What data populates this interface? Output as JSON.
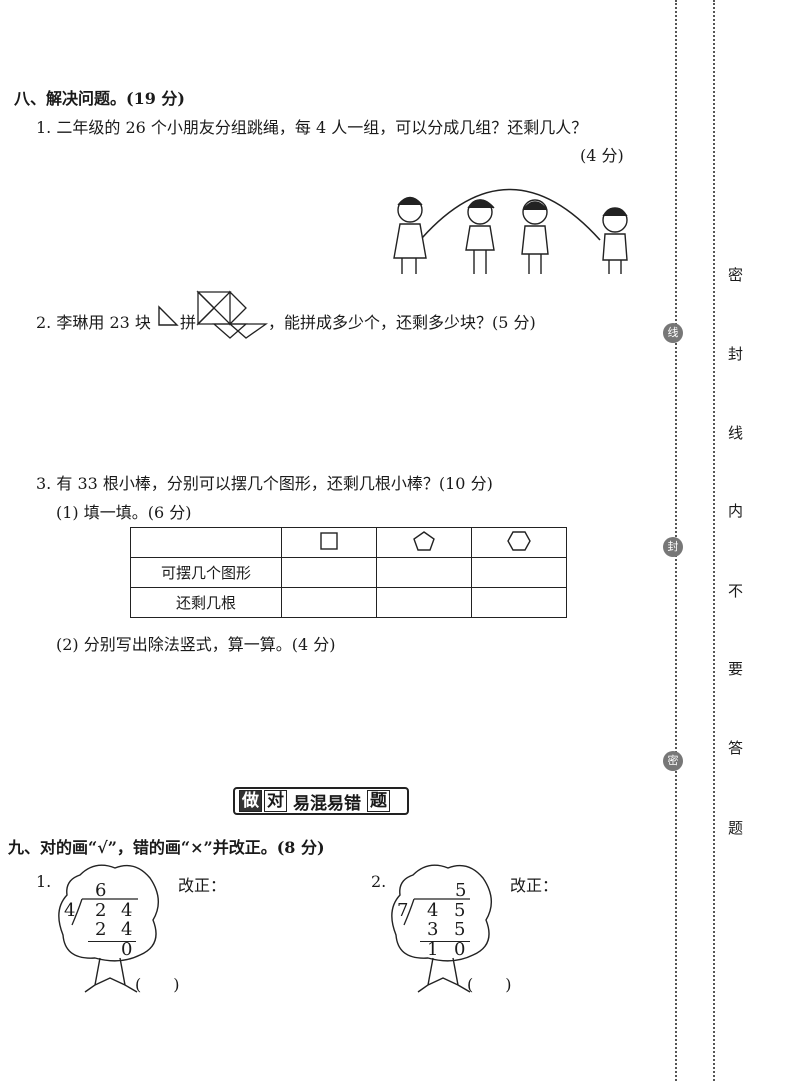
{
  "section8": {
    "title": "八、解决问题。(19 分)",
    "q1": {
      "text": "1. 二年级的 26 个小朋友分组跳绳，每 4 人一组，可以分成几组？还剩几人？",
      "score": "(4 分)"
    },
    "q2": {
      "prefix": "2. 李琳用 23 块",
      "middle": "拼",
      "suffix": "，能拼成多少个，还剩多少块？(5 分)"
    },
    "q3": {
      "text": "3. 有 33 根小棒，分别可以摆几个图形，还剩几根小棒？(10 分)",
      "part1": "(1) 填一填。(6 分)",
      "table": {
        "row1": "可摆几个图形",
        "row2": "还剩几根",
        "shapes": [
          "square-icon",
          "pentagon-icon",
          "hexagon-icon"
        ]
      },
      "part2": "(2) 分别写出除法竖式，算一算。(4 分)"
    }
  },
  "banner": {
    "b1": "做",
    "b2": "对",
    "b3": "易混易错",
    "b4": "题"
  },
  "section9": {
    "title": "九、对的画“√”，错的画“×”并改正。(8 分)",
    "items": [
      {
        "num": "1.",
        "quotient": "6",
        "divisor": "4",
        "dividend": [
          "2",
          "4"
        ],
        "product": [
          "2",
          "4"
        ],
        "remainder": "0",
        "correction": "改正：",
        "paren": "(　　)"
      },
      {
        "num": "2.",
        "quotient": "5",
        "divisor": "7",
        "dividend": [
          "4",
          "5"
        ],
        "product": [
          "3",
          "5"
        ],
        "remainder": [
          "1",
          "0"
        ],
        "correction": "改正：",
        "paren": "(　　)"
      }
    ]
  },
  "seal": {
    "chars": [
      "密",
      "封",
      "线",
      "内",
      "不",
      "要",
      "答",
      "题"
    ],
    "dots": [
      "线",
      "封",
      "密"
    ]
  }
}
